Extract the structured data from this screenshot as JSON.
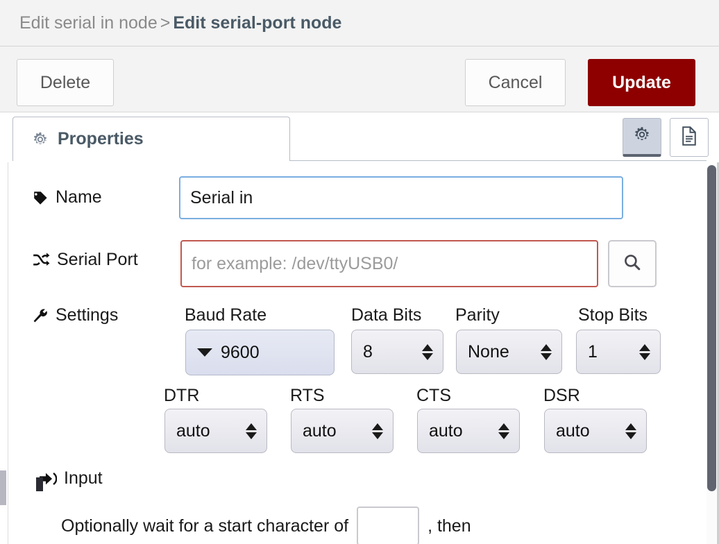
{
  "header": {
    "breadcrumb_prev": "Edit serial in node",
    "breadcrumb_separator": ">",
    "breadcrumb_current": "Edit serial-port node"
  },
  "actions": {
    "delete_label": "Delete",
    "cancel_label": "Cancel",
    "update_label": "Update",
    "update_color": "#8e0000"
  },
  "tabs": {
    "properties_label": "Properties",
    "properties_icon": "gear-icon",
    "gear_button_icon": "gear-icon",
    "doc_button_icon": "document-icon",
    "active_tab": "Properties"
  },
  "form": {
    "name": {
      "label": "Name",
      "icon": "tag-icon",
      "value": "Serial in",
      "placeholder": ""
    },
    "serial_port": {
      "label": "Serial Port",
      "icon": "shuffle-icon",
      "value": "",
      "placeholder": "for example: /dev/ttyUSB0/",
      "search_icon": "search-icon",
      "invalid": true
    },
    "settings": {
      "label": "Settings",
      "icon": "wrench-icon",
      "fields": [
        {
          "name": "baud_rate",
          "label": "Baud Rate",
          "value": "9600",
          "widget": "combo-caret-left"
        },
        {
          "name": "data_bits",
          "label": "Data Bits",
          "value": "8",
          "widget": "select"
        },
        {
          "name": "parity",
          "label": "Parity",
          "value": "None",
          "widget": "select"
        },
        {
          "name": "stop_bits",
          "label": "Stop Bits",
          "value": "1",
          "widget": "select"
        },
        {
          "name": "dtr",
          "label": "DTR",
          "value": "auto",
          "widget": "select"
        },
        {
          "name": "rts",
          "label": "RTS",
          "value": "auto",
          "widget": "select"
        },
        {
          "name": "cts",
          "label": "CTS",
          "value": "auto",
          "widget": "select"
        },
        {
          "name": "dsr",
          "label": "DSR",
          "value": "auto",
          "widget": "select"
        }
      ]
    },
    "input_section": {
      "label": "Input",
      "icon": "sign-in-icon",
      "sentence_before": "Optionally wait for a start character of",
      "start_char_value": "",
      "sentence_after": ", then"
    }
  }
}
